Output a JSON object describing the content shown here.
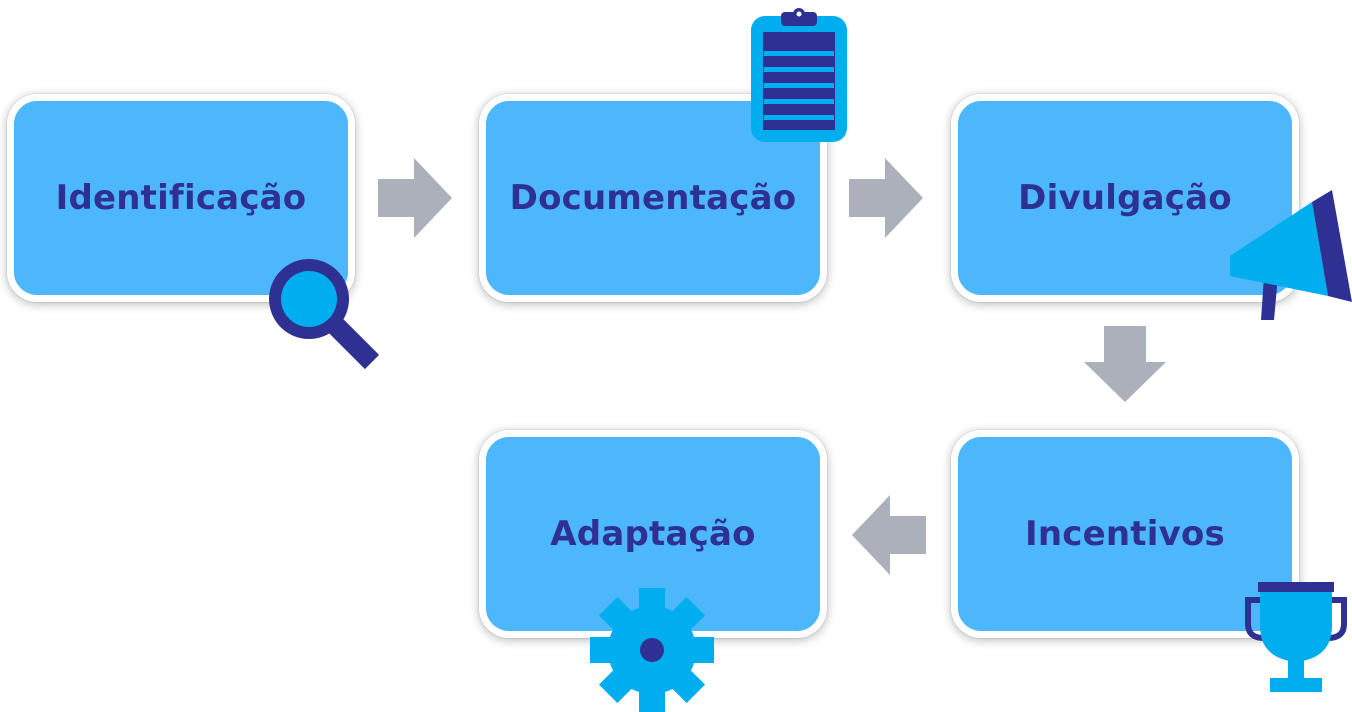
{
  "steps": [
    {
      "label": "Identificação"
    },
    {
      "label": "Documentação"
    },
    {
      "label": "Divulgação"
    },
    {
      "label": "Incentivos"
    },
    {
      "label": "Adaptação"
    }
  ],
  "icons": {
    "step1": "magnifier-icon",
    "step2": "clipboard-icon",
    "step3": "megaphone-icon",
    "step4": "trophy-icon",
    "step5": "gear-icon"
  },
  "colors": {
    "box_fill": "#4cb8fb",
    "label_text": "#2e3192",
    "arrow": "#abb0bb",
    "icon_dark": "#2e3192",
    "icon_light": "#00aeef"
  }
}
